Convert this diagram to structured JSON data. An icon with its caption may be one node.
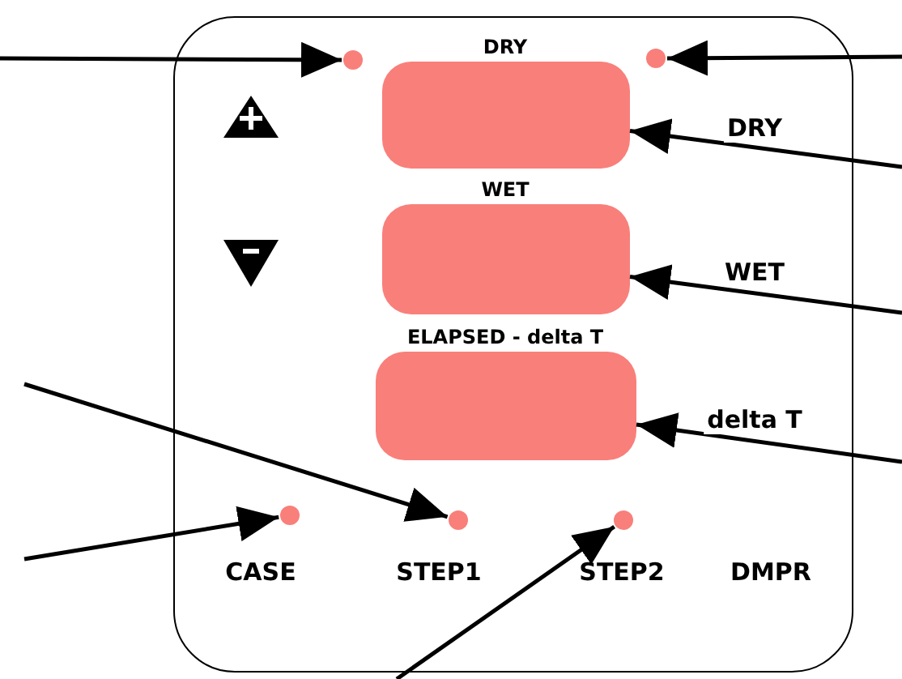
{
  "diagram": {
    "nodes": [
      {
        "text": [],
        "shape": "box"
      },
      {
        "text": [],
        "shape": "circle",
        "in": 0
      },
      {
        "text": [
          "DRY"
        ],
        "in": 0
      },
      {
        "text": [],
        "shape": "circle",
        "in": 0
      },
      {
        "text": [
          "WET"
        ],
        "in": 0
      },
      {
        "text": [
          "ELAPSED - delta T"
        ],
        "in": 0
      },
      {
        "text": [],
        "shape": "circle",
        "in": 0
      },
      {
        "text": [],
        "shape": "circle",
        "in": 0
      },
      {
        "text": [],
        "shape": "circle",
        "in": 0
      }
    ],
    "edges": [
      {
        "from": null,
        "to": 1,
        "arrow": "to"
      },
      {
        "from": null,
        "to": 3,
        "arrow": "to"
      },
      {
        "from": null,
        "to": 2,
        "arrow": "to",
        "label": "DRY"
      },
      {
        "from": null,
        "to": 4,
        "arrow": "to",
        "label": "WET"
      },
      {
        "from": null,
        "to": 5,
        "arrow": "to",
        "label": "delta T"
      },
      {
        "from": null,
        "to": 7,
        "arrow": "to"
      },
      {
        "from": null,
        "to": 6,
        "arrow": "to"
      },
      {
        "from": null,
        "to": 8,
        "arrow": "to"
      }
    ],
    "labels": [
      "CASE",
      "STEP1",
      "STEP2",
      "DMPR"
    ]
  }
}
